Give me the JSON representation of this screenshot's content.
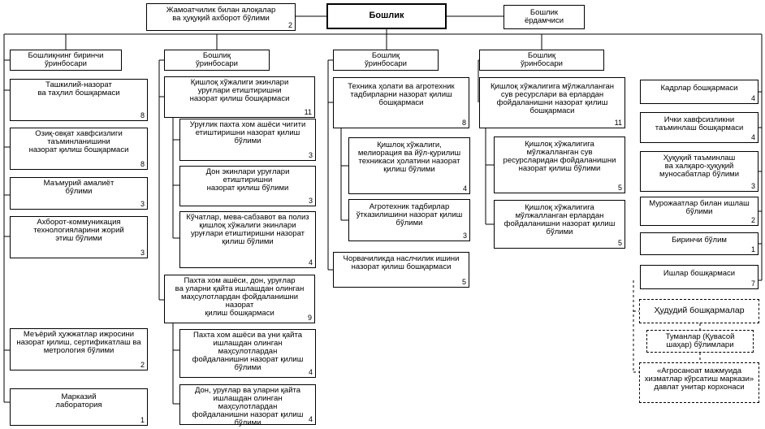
{
  "units": {
    "head": {
      "title": "Бошлик"
    },
    "assistant": {
      "title": "Бошлик\nёрдамчиси"
    },
    "press": {
      "title": "Жамоатчилик билан алоқалар\nва ҳуқуқий ахборот бўлими",
      "num": "2"
    },
    "dep1": {
      "title": "Бошлиқнинг биринчи\nўринбосари"
    },
    "dep2": {
      "title": "Бошлиқ\nўринбосари"
    },
    "dep3": {
      "title": "Бошлиқ\nўринбосари"
    },
    "dep4": {
      "title": "Бошлиқ\nўринбосари"
    },
    "c1_1": {
      "title": "Ташкилий-назорат\nва таҳлил бошқармаси",
      "num": "8"
    },
    "c1_2": {
      "title": "Озиқ-овқат хавфсизлиги\nтаъминланишини\nназорат қилиш бошқармаси",
      "num": "8"
    },
    "c1_3": {
      "title": "Маъмурий амалиёт\nбўлими",
      "num": "3"
    },
    "c1_4": {
      "title": "Ахборот-коммуникация\nтехнологияларини жорий\nэтиш бўлими",
      "num": "3"
    },
    "c1_5": {
      "title": "Меъёрий ҳужжатлар ижросини\nназорат қилиш, сертификатлаш ва\nметрология бўлими",
      "num": "2"
    },
    "c1_6": {
      "title": "Марказий\nлаборатория",
      "num": "1"
    },
    "c2_1": {
      "title": "Қишлоқ хўжалиги экинлари\nуруғлари етиштиришни\nназорат қилиш бошқармаси",
      "num": "11"
    },
    "c2_1a": {
      "title": "Уруғлик пахта хом ашёси чигити\nетиштиришни назорат қилиш\nбўлими",
      "num": "3"
    },
    "c2_1b": {
      "title": "Дон экинлари уруғлари етиштиришни\nназорат қилиш бўлими",
      "num": "3"
    },
    "c2_1c": {
      "title": "Кўчатлар, мева-сабзавот ва полиз\nқишлоқ хўжалиги экинлари\nуруғлари етиштиришни назорат\nқилиш бўлими",
      "num": "4"
    },
    "c2_2": {
      "title": "Пахта хом ашёси, дон, уруғлар\nва уларни қайта ишлашдан олинган\nмаҳсулотлардан фойдаланишни назорат\nқилиш бошқармаси",
      "num": "9"
    },
    "c2_2a": {
      "title": "Пахта хом ашёси ва уни қайта\nишлашдан олинган маҳсулотлардан\nфойдаланишни назорат қилиш\nбўлими",
      "num": "4"
    },
    "c2_2b": {
      "title": "Дон, уруғлар ва уларни қайта\nишлашдан олинган маҳсулотлардан\nфойдаланишни назорат қилиш бўлими",
      "num": "4"
    },
    "c3_1": {
      "title": "Техника ҳолати ва агротехник\nтадбирларни назорат қилиш\nбошқармаси",
      "num": "8"
    },
    "c3_1a": {
      "title": "Қишлоқ хўжалиги,\nмелиорация ва йўл-қурилиш\nтехникаси ҳолатини назорат\nқилиш бўлими",
      "num": "4"
    },
    "c3_1b": {
      "title": "Агротехник тадбирлар\nўтказилишини назорат қилиш\nбўлими",
      "num": "3"
    },
    "c3_2": {
      "title": "Чорвачиликда наслчилик ишини\nназорат қилиш бошқармаси",
      "num": "5"
    },
    "c4_1": {
      "title": "Қишлоқ хўжалигига мўлжалланган\nсув ресурслари ва ерлардан\nфойдаланишни назорат қилиш\nбошқармаси",
      "num": "11"
    },
    "c4_1a": {
      "title": "Қишлоқ хўжалигига\nмўлжалланган сув\nресурсларидан фойдаланишни\nназорат қилиш бўлими",
      "num": "5"
    },
    "c4_1b": {
      "title": "Қишлоқ хўжалигига\nмўлжалланган ерлардан\nфойдаланишни назорат қилиш\nбўлими",
      "num": "5"
    },
    "r1": {
      "title": "Кадрлар бошқармаси",
      "num": "4"
    },
    "r2": {
      "title": "Ички хавфсизликни\nтаъминлаш бошқармаси",
      "num": "4"
    },
    "r3": {
      "title": "Ҳуқуқий таъминлаш\nва халқаро-ҳуқуқий\nмуносабатлар бўлими",
      "num": "3"
    },
    "r4": {
      "title": "Мурожаатлар билан ишлаш\nбўлими",
      "num": "2"
    },
    "r5": {
      "title": "Биринчи бўлим",
      "num": "1"
    },
    "r6": {
      "title": "Ишлар бошқармаси",
      "num": "7"
    },
    "r7": {
      "title": "Ҳудудий бошқармалар"
    },
    "r8": {
      "title": "Туманлар (Қувасой\nшаҳар) бўлимлари"
    },
    "r9": {
      "title": "«Агросаноат мажмуида\nхизматлар кўрсатиш маркази»\nдавлат унитар корхонаси"
    }
  }
}
